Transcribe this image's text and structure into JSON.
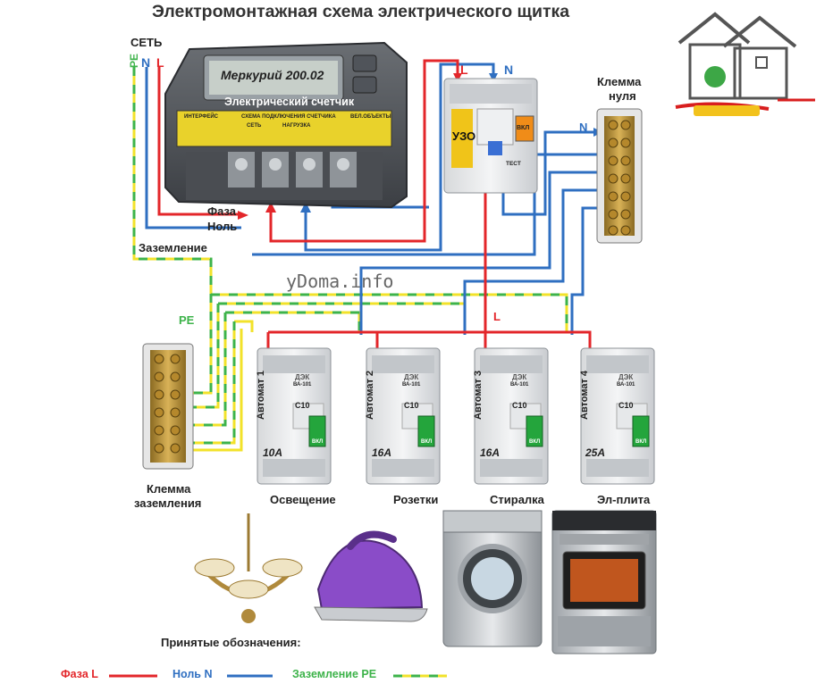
{
  "title": "Электромонтажная схема электрического щитка",
  "network": {
    "label": "СЕТЬ",
    "pe_letters": "PE",
    "n_letter": "N",
    "l_letter": "L"
  },
  "meter": {
    "model": "Меркурий 200.02",
    "caption": "Электрический счетчик",
    "strip_labels": [
      "ИНТЕРФЕЙС",
      "СХЕМА ПОДКЛЮЧЕНИЯ СЧЕТЧИКА",
      "ВЕЛ.ОБЪЕКТЫ"
    ],
    "strip_sub": [
      "СЕТЬ",
      "НАГРУЗКА"
    ],
    "faza_label": "Фаза",
    "nol_label": "Ноль",
    "zazem_label": "Заземление"
  },
  "uzo": {
    "label": "УЗО",
    "test": "ТЕСТ",
    "vkl": "ВКЛ",
    "top_L": "L",
    "top_N": "N"
  },
  "neutral_bus": {
    "label_line1": "Клемма",
    "label_line2": "нуля",
    "n_letter": "N"
  },
  "ground_bus": {
    "label_line1": "Клемма",
    "label_line2": "заземления",
    "pe_letters": "PE"
  },
  "watermark": "yDoma.info",
  "main_L": "L",
  "breakers": [
    {
      "name": "Автомат 1",
      "rating": "10A",
      "load": "Освещение",
      "brand": "ДЭК",
      "model": "ВА-101",
      "spec": "C10",
      "vkl": "ВКЛ"
    },
    {
      "name": "Автомат 2",
      "rating": "16A",
      "load": "Розетки",
      "brand": "ДЭК",
      "model": "ВА-101",
      "spec": "C10",
      "vkl": "ВКЛ"
    },
    {
      "name": "Автомат 3",
      "rating": "16A",
      "load": "Стиралка",
      "brand": "ДЭК",
      "model": "ВА-101",
      "spec": "C10",
      "vkl": "ВКЛ"
    },
    {
      "name": "Автомат 4",
      "rating": "25A",
      "load": "Эл-плита",
      "brand": "ДЭК",
      "model": "ВА-101",
      "spec": "C10",
      "vkl": "ВКЛ"
    }
  ],
  "legend": {
    "title": "Принятые обозначения:",
    "phase": "Фаза L",
    "neutral": "Ноль N",
    "ground": "Заземление PE"
  },
  "colors": {
    "phase": "#e3262a",
    "neutral": "#2f6fc1",
    "ground_yellow": "#f2e22a",
    "ground_green": "#3db34a"
  },
  "icons": [
    "house-logo-icon",
    "chandelier-icon",
    "iron-icon",
    "washing-machine-icon",
    "electric-stove-icon"
  ]
}
